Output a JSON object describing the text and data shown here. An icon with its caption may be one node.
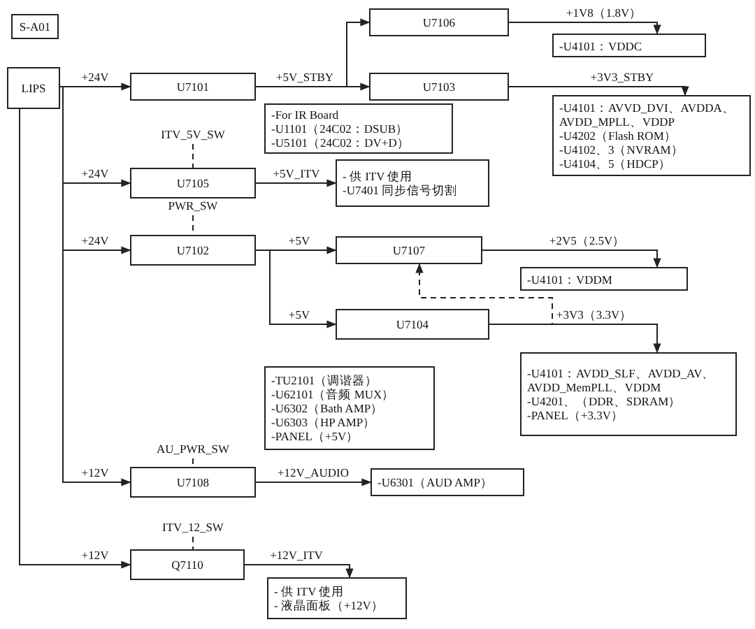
{
  "diagram": {
    "nodes": [
      {
        "text": [
          "S-A01"
        ]
      },
      {
        "text": [
          "LIPS"
        ]
      },
      {
        "text": [
          "U7101"
        ]
      },
      {
        "text": [
          "U7106"
        ]
      },
      {
        "text": [
          "-U4101：VDDC"
        ]
      },
      {
        "text": [
          "U7103"
        ]
      },
      {
        "text": [
          "-U4101：AVVD_DVI、AVDDA、AVDD_MPLL、VDDP",
          "-U4202（Flash ROM）",
          "-U4102、3（NVRAM）",
          "-U4104、5（HDCP）"
        ]
      },
      {
        "text": [
          "-For IR Board",
          "-U1101（24C02：DSUB）",
          "-U5101（24C02：DV+D）"
        ]
      },
      {
        "text": [
          "ITV_5V_SW"
        ]
      },
      {
        "text": [
          "U7105"
        ]
      },
      {
        "text": [
          "- 供 ITV 使用",
          "-U7401 同步信号切割"
        ]
      },
      {
        "text": [
          "PWR_SW"
        ]
      },
      {
        "text": [
          "U7102"
        ]
      },
      {
        "text": [
          "U7107"
        ]
      },
      {
        "text": [
          "-U4101：VDDM"
        ]
      },
      {
        "text": [
          "U7104"
        ]
      },
      {
        "text": [
          "-TU2101（调谐器）",
          "-U62101（音频 MUX）",
          "-U6302（Bath AMP）",
          "-U6303（HP AMP）",
          "-PANEL（+5V）"
        ]
      },
      {
        "text": [
          "-U4101：AVDD_SLF、AVDD_AV、AVDD_MemPLL、VDDM",
          "-U4201、（DDR、SDRAM）",
          "-PANEL（+3.3V）"
        ]
      },
      {
        "text": [
          "AU_PWR_SW"
        ]
      },
      {
        "text": [
          "U7108"
        ]
      },
      {
        "text": [
          "-U6301（AUD AMP）"
        ]
      },
      {
        "text": [
          "ITV_12_SW"
        ]
      },
      {
        "text": [
          "Q7110"
        ]
      },
      {
        "text": [
          "- 供 ITV 使用",
          "- 液晶面板（+12V）"
        ]
      }
    ],
    "edges": [
      {
        "from": 1,
        "to": 2,
        "arrow": "to",
        "label": "+24V"
      },
      {
        "from": 2,
        "to": 3,
        "arrow": "to",
        "label": "+5V_STBY"
      },
      {
        "from": 2,
        "to": 5,
        "arrow": "to"
      },
      {
        "from": 3,
        "to": 4,
        "arrow": "to",
        "label": "+1V8（1.8V）"
      },
      {
        "from": 5,
        "to": 6,
        "arrow": "to",
        "label": "+3V3_STBY"
      },
      {
        "from": 1,
        "to": 9,
        "arrow": "to",
        "label": "+24V"
      },
      {
        "from": 8,
        "to": 9,
        "arrow": "none",
        "style": "dashed"
      },
      {
        "from": 9,
        "to": 10,
        "arrow": "to",
        "label": "+5V_ITV"
      },
      {
        "from": 1,
        "to": 12,
        "arrow": "to",
        "label": "+24V"
      },
      {
        "from": 11,
        "to": 12,
        "arrow": "none",
        "style": "dashed"
      },
      {
        "from": 12,
        "to": 13,
        "arrow": "to",
        "label": "+5V"
      },
      {
        "from": 12,
        "to": 15,
        "arrow": "to",
        "label": "+5V"
      },
      {
        "from": 13,
        "to": 14,
        "arrow": "to",
        "label": "+2V5（2.5V）"
      },
      {
        "from": 15,
        "to": 17,
        "arrow": "to",
        "label": "+3V3（3.3V）"
      },
      {
        "from": 15,
        "to": 13,
        "arrow": "to",
        "style": "dashed"
      },
      {
        "from": 1,
        "to": 19,
        "arrow": "to",
        "label": "+12V"
      },
      {
        "from": 18,
        "to": 19,
        "arrow": "none",
        "style": "dashed"
      },
      {
        "from": 19,
        "to": 20,
        "arrow": "to",
        "label": "+12V_AUDIO"
      },
      {
        "from": 1,
        "to": 22,
        "arrow": "to",
        "label": "+12V"
      },
      {
        "from": 21,
        "to": 22,
        "arrow": "none",
        "style": "dashed"
      },
      {
        "from": 22,
        "to": 23,
        "arrow": "to",
        "label": "+12V_ITV"
      }
    ]
  }
}
